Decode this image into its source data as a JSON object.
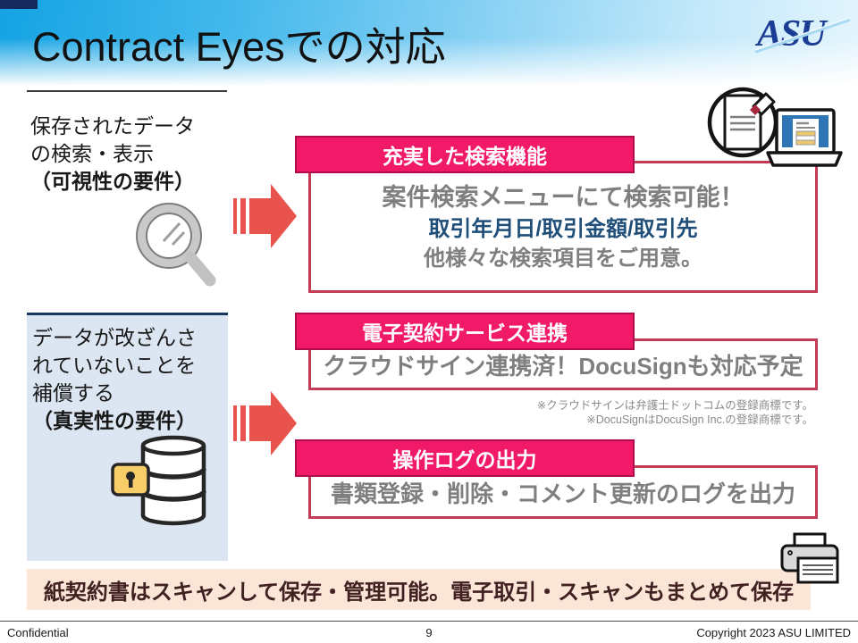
{
  "header": {
    "title": "Contract Eyesでの対応",
    "logo": "ASU"
  },
  "left_panel": {
    "visibility_note": {
      "line1": "保存されたデータ",
      "line2": "の検索・表示",
      "line3": "（可視性の要件）"
    },
    "authenticity_note": {
      "line1": "データが改ざんさ",
      "line2": "れていないことを",
      "line3": "補償する",
      "line4": "（真実性の要件）"
    }
  },
  "features": [
    {
      "header": "充実した検索機能",
      "lines": [
        "案件検索メニューにて検索可能！",
        "取引年月日/取引金額/取引先",
        "他様々な検索項目をご用意。"
      ]
    },
    {
      "header": "電子契約サービス連携",
      "lines": [
        "クラウドサイン連携済！DocuSignも対応予定"
      ]
    },
    {
      "header": "操作ログの出力",
      "lines": [
        "書類登録・削除・コメント更新のログを出力"
      ]
    }
  ],
  "footnotes": [
    "※クラウドサインは弁護士ドットコムの登録商標です。",
    "※DocuSignはDocuSign Inc.の登録商標です。"
  ],
  "banner": {
    "text": "紙契約書はスキャンして保存・管理可能。電子取引・スキャンもまとめて保存"
  },
  "footer": {
    "confidential": "Confidential",
    "page_number": "9",
    "copyright": "Copyright 2023 ASU LIMITED"
  },
  "icons": [
    "magnifier-icon",
    "database-lock-icon",
    "striped-arrow-icon",
    "document-search-icon",
    "laptop-icon",
    "printer-icon",
    "asu-logo"
  ],
  "colors": {
    "accent_pink": "#F01A69",
    "box_border_red": "#C43B57",
    "arrow_red": "#E8544D",
    "blue_text": "#1F4E79",
    "gray_text": "#7F7F7F",
    "panel_blue": "#DCE6F2",
    "banner_bg": "#FBE5D6",
    "banner_text": "#402021",
    "logo_blue": "#1C3D94",
    "header_gradient_top": "#14A3E3"
  }
}
